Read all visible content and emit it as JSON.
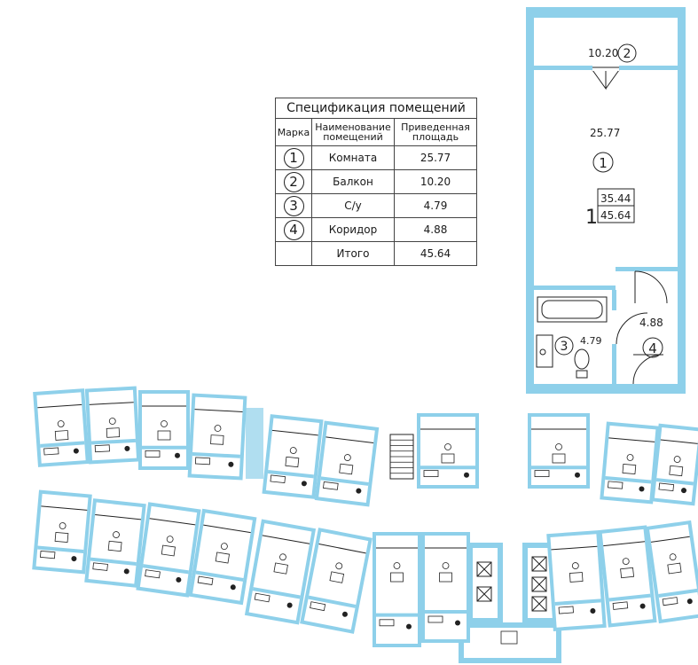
{
  "spec_table": {
    "title": "Спецификация помещений",
    "headers": {
      "mark": "Марка",
      "name": "Наименование помещений",
      "area": "Приведенная площадь"
    },
    "rows": [
      {
        "mark": "1",
        "name": "Комната",
        "area": "25.77"
      },
      {
        "mark": "2",
        "name": "Балкон",
        "area": "10.20"
      },
      {
        "mark": "3",
        "name": "С/у",
        "area": "4.79"
      },
      {
        "mark": "4",
        "name": "Коридор",
        "area": "4.88"
      }
    ],
    "total": {
      "label": "Итого",
      "area": "45.64"
    }
  },
  "unit_plan": {
    "balcony": {
      "area": "10.20",
      "mark": "2"
    },
    "room": {
      "area": "25.77",
      "mark": "1"
    },
    "apartment": {
      "rooms": "1",
      "living_area": "35.44",
      "total_area": "45.64"
    },
    "bathroom": {
      "area": "4.79",
      "mark": "3"
    },
    "corridor": {
      "area": "4.88",
      "mark": "4"
    }
  },
  "colors": {
    "wall": "#8ed0ea",
    "line": "#222222",
    "fill": "#dff1f9"
  }
}
